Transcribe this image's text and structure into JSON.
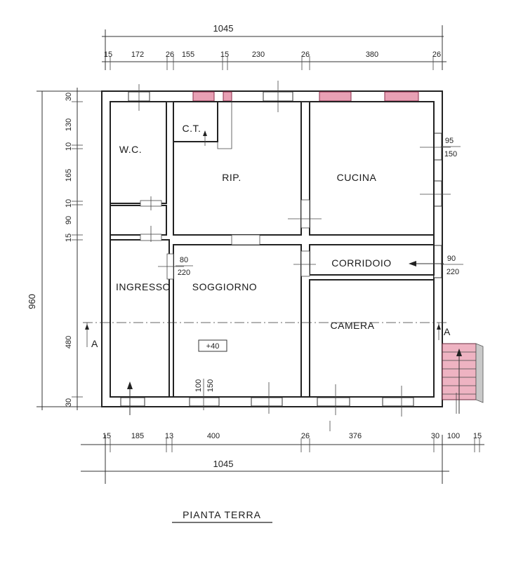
{
  "title": "PIANTA TERRA",
  "top_total": "1045",
  "top_segments": [
    "15",
    "172",
    "26",
    "155",
    "15",
    "230",
    "26",
    "380",
    "26"
  ],
  "bottom_total": "1045",
  "bottom_segments": [
    "15",
    "185",
    "13",
    "400",
    "26",
    "376",
    "30",
    "100",
    "15"
  ],
  "left_total": "960",
  "left_segments": [
    "30",
    "130",
    "10",
    "165",
    "10",
    "90",
    "15",
    "480",
    "30"
  ],
  "rooms": {
    "wc": "W.C.",
    "ct": "C.T.",
    "rip": "RIP.",
    "cucina": "CUCINA",
    "corridoio": "CORRIDOIO",
    "ingresso": "INGRESSO",
    "soggiorno": "SOGGIORNO",
    "camera": "CAMERA"
  },
  "openings": {
    "cucina_window_w": "95",
    "cucina_window_h": "150",
    "corr_door_w": "90",
    "corr_door_h": "220",
    "sogg_door_w": "80",
    "sogg_door_h": "220",
    "sogg_window_w": "100",
    "sogg_window_h": "150"
  },
  "elevation": "+40",
  "section_mark": "A"
}
